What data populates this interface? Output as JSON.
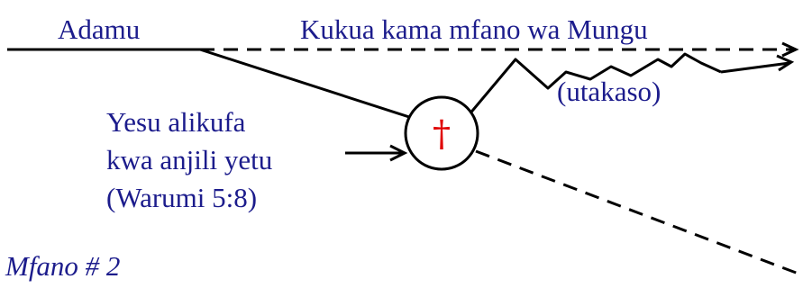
{
  "labels": {
    "adam": "Adamu",
    "son_of_god": "Kukua kama mfano wa Mungu",
    "sanctification": "(utakaso)",
    "jesus_died_line1": "Yesu alikufa",
    "jesus_died_line2": "kwa anjili yetu",
    "jesus_died_line3": "(Warumi 5:8)",
    "example_caption": "Mfano # 2",
    "cross_symbol": "†"
  },
  "colors": {
    "text": "#1c1c8c",
    "lines": "#000000",
    "cross": "#e00000"
  }
}
